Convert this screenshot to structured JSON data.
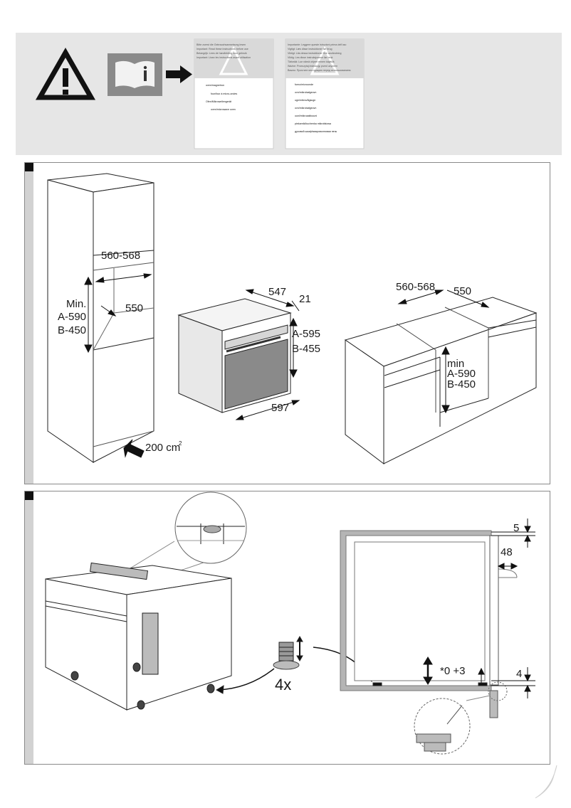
{
  "banner": {
    "manual_page_1_headers": [
      "Bitte zuerst die Gebrauchsanweisung lesen",
      "Important: Read these instructions before use",
      "Belangrijk: Lees de handleiding voor gebruik",
      "Important: Lisez les instructions avant utilisation"
    ],
    "manual_page_1_rows": [
      "oven/magnetron",
      "four/four à micro-ondes",
      "Ofen/Mikrowellengerät",
      "oven/microwave oven"
    ],
    "manual_page_2_headers": [
      "Importante: Leggere queste istruzioni prima dell'uso",
      "Vigtigt: Læs disse instruktioner før brug",
      "Viktigt: Läs dessa instruktioner före användning",
      "Viktig: Les disse instruksjonene før bruk",
      "Tärkeää: Lue nämä ohjeet ennen käyttöä",
      "Ważne: Przeczytaj instrukcję przed użyciem",
      "Важно: Прочтите инструкцию перед использованием"
    ],
    "manual_page_2_rows": [
      "forno/microonde",
      "ovn/mikrobølgeovn",
      "ugn/mikrovågsugn",
      "ovn/mikrobølgeovn",
      "uuni/mikroaaltouuni",
      "piekarnik/kuchenka mikrofalowa",
      "духовой шкаф/микроволновая печь"
    ]
  },
  "panel2": {
    "col_width": "560-568",
    "col_depth": "550",
    "col_min": "Min.",
    "col_a": "A-590",
    "col_b": "B-450",
    "ventilation": "200 cm",
    "ventilation_sup": "2",
    "oven_depth": "547",
    "oven_front": "21",
    "oven_a": "A-595",
    "oven_b": "B-455",
    "oven_width": "597",
    "base_width": "560-568",
    "base_depth": "550",
    "base_min": "min",
    "base_a": "A-590",
    "base_b": "B-450"
  },
  "panel3": {
    "count": "4x",
    "adjust": "*0 +3",
    "gap_top": "5",
    "gap_side": "48",
    "gap_bottom": "4"
  }
}
